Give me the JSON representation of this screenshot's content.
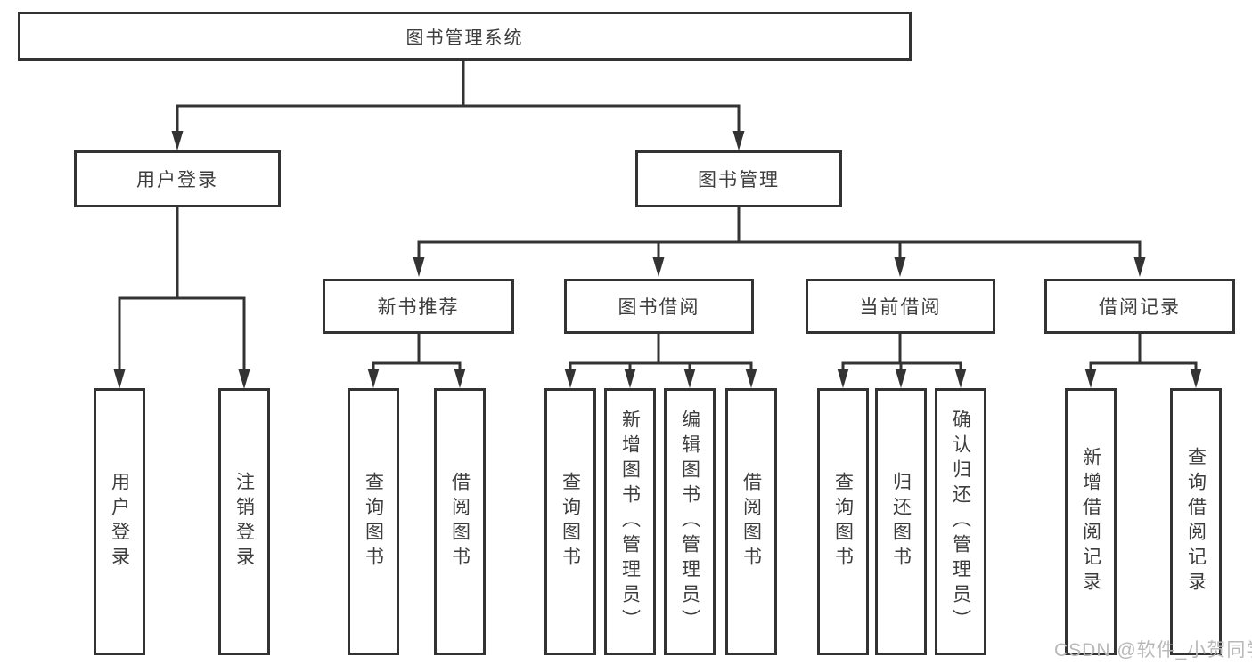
{
  "diagram_title": "图书管理系统",
  "watermark": "CSDN @软件_小贺同学",
  "colors": {
    "line": "#333333",
    "text": "#3d3d3d",
    "watermark": "#b8b8b8",
    "background": "#ffffff"
  },
  "nodes": {
    "root": {
      "label": "图书管理系统",
      "children": [
        "user_login",
        "book_management"
      ]
    },
    "user_login": {
      "label": "用户登录",
      "children": [
        "leaf_user_login",
        "leaf_logout"
      ]
    },
    "book_management": {
      "label": "图书管理",
      "children": [
        "new_book_rec",
        "book_borrow",
        "current_borrow",
        "borrow_record"
      ]
    },
    "new_book_rec": {
      "label": "新书推荐",
      "children": [
        "leaf_query_book_1",
        "leaf_borrow_book_1"
      ]
    },
    "book_borrow": {
      "label": "图书借阅",
      "children": [
        "leaf_query_book_2",
        "leaf_add_book",
        "leaf_edit_book",
        "leaf_borrow_book_2"
      ]
    },
    "current_borrow": {
      "label": "当前借阅",
      "children": [
        "leaf_query_book_3",
        "leaf_return_book",
        "leaf_confirm_return"
      ]
    },
    "borrow_record": {
      "label": "借阅记录",
      "children": [
        "leaf_add_record",
        "leaf_query_record"
      ]
    },
    "leaf_user_login": {
      "label": "用户登录"
    },
    "leaf_logout": {
      "label": "注销登录"
    },
    "leaf_query_book_1": {
      "label": "查询图书"
    },
    "leaf_borrow_book_1": {
      "label": "借阅图书"
    },
    "leaf_query_book_2": {
      "label": "查询图书"
    },
    "leaf_add_book": {
      "label": "新增图书（管理员）"
    },
    "leaf_edit_book": {
      "label": "编辑图书（管理员）"
    },
    "leaf_borrow_book_2": {
      "label": "借阅图书"
    },
    "leaf_query_book_3": {
      "label": "查询图书"
    },
    "leaf_return_book": {
      "label": "归还图书"
    },
    "leaf_confirm_return": {
      "label": "确认归还（管理员）"
    },
    "leaf_add_record": {
      "label": "新增借阅记录"
    },
    "leaf_query_record": {
      "label": "查询借阅记录"
    }
  }
}
